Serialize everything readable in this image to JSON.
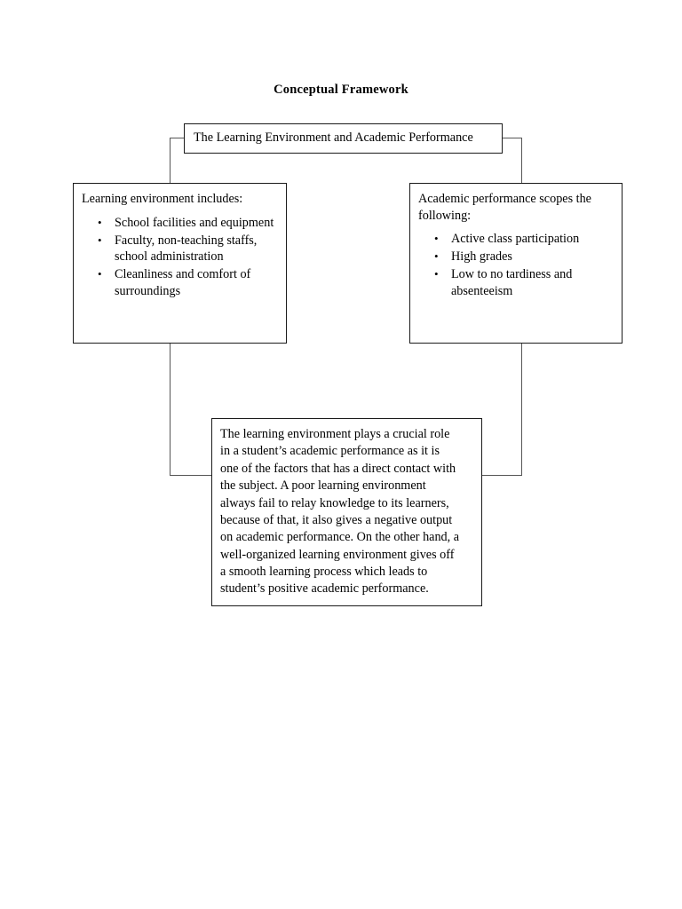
{
  "document": {
    "title": "Conceptual Framework",
    "background_color": "#ffffff",
    "text_color": "#000000",
    "border_color": "#1a1a1a",
    "connector_color": "#555555"
  },
  "diagram": {
    "top_box": {
      "heading": "The Learning Environment and Academic Performance"
    },
    "left_box": {
      "heading": "Learning environment includes:",
      "items": [
        "School facilities and equipment",
        "Faculty, non-teaching staffs, school administration",
        "Cleanliness and comfort of surroundings"
      ]
    },
    "right_box": {
      "heading": "Academic performance scopes the following:",
      "items": [
        "Active class participation",
        "High grades",
        "Low to no tardiness and absenteeism"
      ]
    },
    "bottom_box": {
      "paragraph": "The learning environment plays a crucial role in a student’s academic performance as it is one of the factors that has a direct contact with the subject. A poor learning environment always fail to relay knowledge to its learners, because of that, it also gives a negative output on academic performance. On the other hand, a well-organized learning environment gives off a smooth learning process which leads to student’s positive academic performance.",
      "lines": [
        "The learning environment plays a crucial role",
        "in a student’s academic performance as it is",
        "one of the factors that has a direct contact with",
        "the subject. A poor learning environment",
        "always fail to relay knowledge to its learners,",
        "because of that, it also gives a negative output",
        "on academic performance. On the other hand, a",
        "well-organized learning environment gives off",
        "a smooth learning process which leads to",
        "student’s positive academic performance."
      ]
    }
  }
}
